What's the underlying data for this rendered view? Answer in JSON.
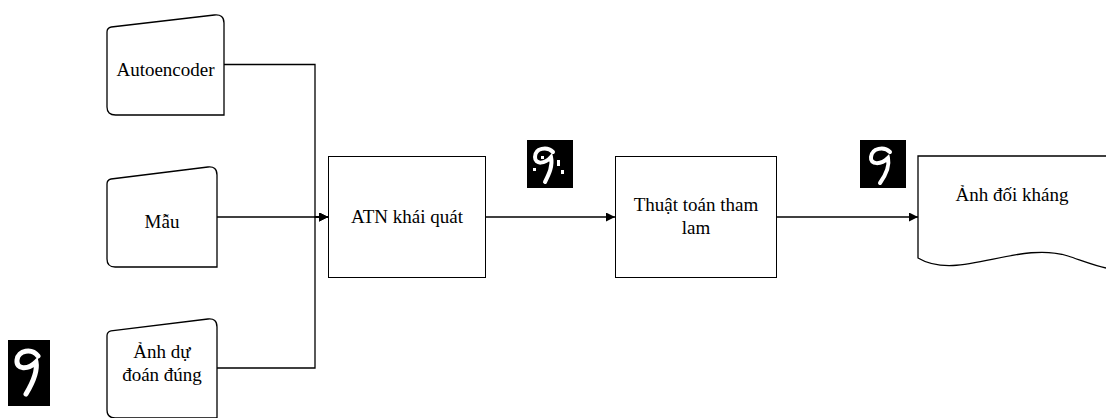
{
  "diagram": {
    "nodes": [
      {
        "text": [
          "Autoencoder"
        ]
      },
      {
        "text": [
          "Mẫu"
        ]
      },
      {
        "text": [
          "Ảnh dự đoán đúng"
        ]
      },
      {
        "text": [
          "ATN khái quát"
        ]
      },
      {
        "text": [
          "Thuật toán tham lam"
        ]
      },
      {
        "text": [
          "Ảnh đối kháng"
        ]
      }
    ],
    "edges": [
      {
        "from": 0,
        "to": 3,
        "arrow": "to"
      },
      {
        "from": 1,
        "to": 3,
        "arrow": "to"
      },
      {
        "from": 2,
        "to": 3,
        "arrow": "to"
      },
      {
        "from": 3,
        "to": 4,
        "arrow": "to"
      },
      {
        "from": 4,
        "to": 5,
        "arrow": "to"
      }
    ]
  }
}
